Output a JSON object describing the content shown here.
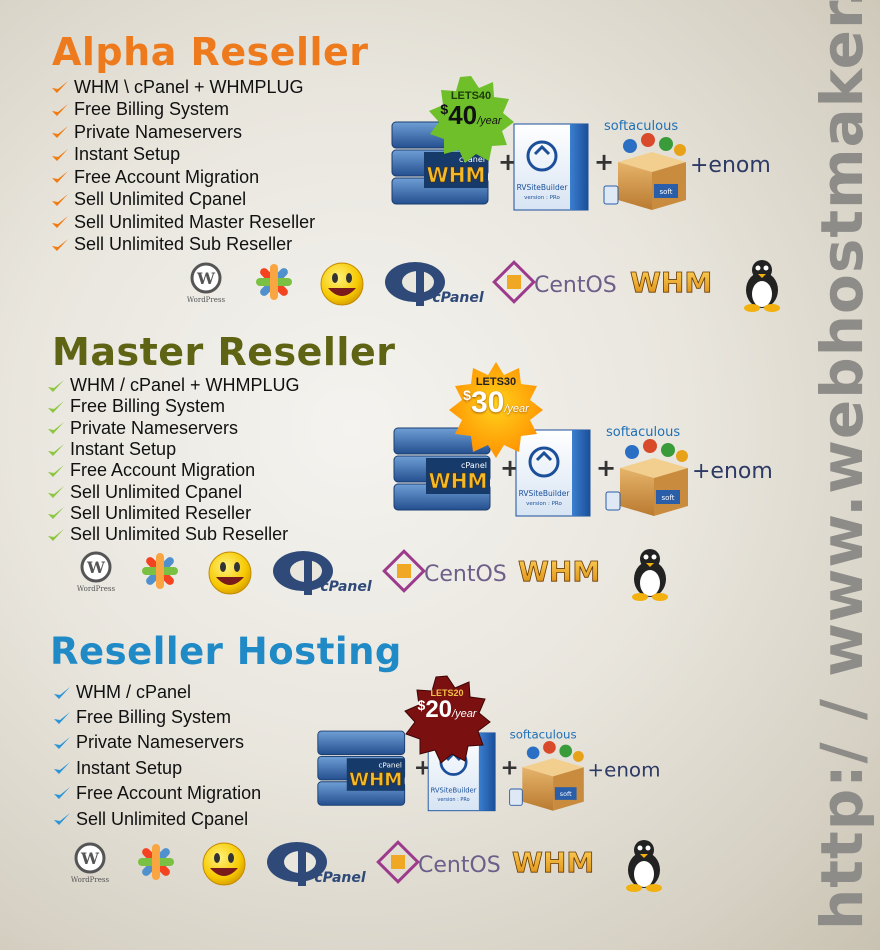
{
  "site_url": "http:/ / www.webhostmaker.com",
  "colors": {
    "alpha_title": "#ee7a1e",
    "master_title": "#5f6414",
    "reseller_title": "#1f8ac6",
    "check_orange": "#f07c12",
    "check_green": "#8dc63f",
    "check_blue": "#2b95d6",
    "badge_green": "#6fbf2a",
    "badge_yellow": "#ff9f00",
    "badge_maroon": "#7a1010",
    "watermark": "#8e8c88"
  },
  "bundle_labels": {
    "whm": "WHM",
    "cpanel": "cPanel",
    "plus": "+",
    "rvsitebuilder": "RVSiteBuilder",
    "rv_version": "version : PRo",
    "softaculous": "softaculous",
    "soft": "soft",
    "enom": "+enom"
  },
  "logo_labels": {
    "wordpress": "WordPress",
    "cpanel": "cPanel",
    "centos": "CentOS",
    "whm": "WHM"
  },
  "plans": [
    {
      "title": "Alpha Reseller",
      "promo_code": "LETS40",
      "price_currency": "$",
      "price_value": "40",
      "price_period": "/year",
      "features": [
        "WHM \\ cPanel + WHMPLUG",
        "Free Billing System",
        "Private Nameservers",
        "Instant Setup",
        "Free Account Migration",
        "Sell Unlimited Cpanel",
        "Sell Unlimited Master Reseller",
        "Sell Unlimited Sub Reseller"
      ]
    },
    {
      "title": "Master Reseller",
      "promo_code": "LETS30",
      "price_currency": "$",
      "price_value": "30",
      "price_period": "/year",
      "features": [
        "WHM / cPanel + WHMPLUG",
        "Free  Billing System",
        "Private Nameservers",
        "Instant Setup",
        "Free Account Migration",
        "Sell Unlimited Cpanel",
        "Sell Unlimited Reseller",
        "Sell Unlimited Sub Reseller"
      ]
    },
    {
      "title": "Reseller Hosting",
      "promo_code": "LETS20",
      "price_currency": "$",
      "price_value": "20",
      "price_period": "/year",
      "features": [
        "WHM / cPanel",
        "Free Billing System",
        "Private Nameservers",
        "Instant Setup",
        "Free Account Migration",
        "Sell Unlimited Cpanel"
      ]
    }
  ]
}
